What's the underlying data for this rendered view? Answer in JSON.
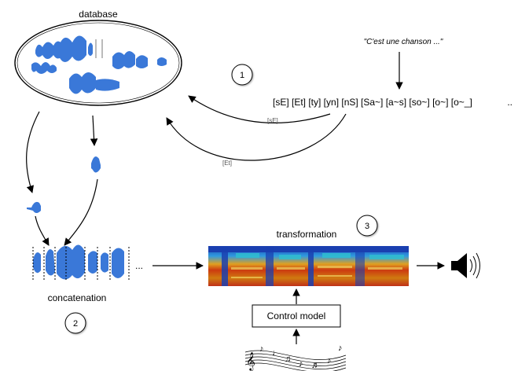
{
  "labels": {
    "database": "database",
    "quote": "\"C'est une chanson ...\"",
    "phonemes": "[sE] [Et] [ty] [yn] [nS] [Sa~] [a~s] [so~] [o~] [o~_]",
    "phonemes_trail": "..",
    "arrow_label_1": "[sE]",
    "arrow_label_2": "[Et]",
    "concatenation": "concatenation",
    "transformation": "transformation",
    "control_model": "Control model",
    "ellipsis": "..."
  },
  "steps": [
    "1",
    "2",
    "3"
  ],
  "colors": {
    "waveform": "#3a78d8",
    "waveform_light": "#8fb6ef",
    "line": "#000000",
    "label_gray": "#555555"
  },
  "icons": [
    "speaker-icon",
    "music-staff-icon"
  ]
}
